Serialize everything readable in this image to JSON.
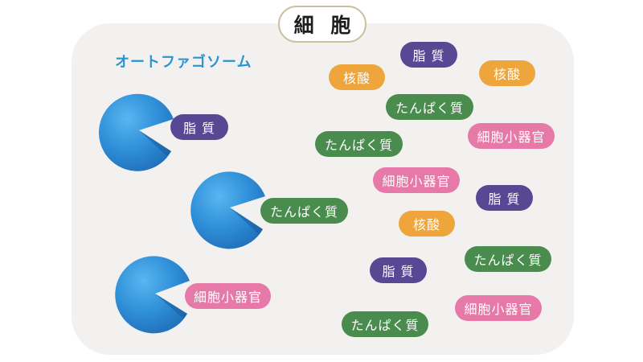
{
  "cell": {
    "label": "細 胞",
    "bg_color": "#f2f1f0"
  },
  "autophagosome": {
    "label": "オートファゴソーム",
    "color": "#2b93cf"
  },
  "colors": {
    "lipid": "#584793",
    "protein": "#4a8c4e",
    "organelle": "#e679a7",
    "nucleic_acid": "#eea63c",
    "pacman": "#2f8fd8"
  },
  "engulfed": [
    {
      "label": "脂 質",
      "kind": "lipid"
    },
    {
      "label": "たんぱく質",
      "kind": "protein"
    },
    {
      "label": "細胞小器官",
      "kind": "organelle"
    }
  ],
  "floating": [
    {
      "label": "脂 質",
      "kind": "lipid"
    },
    {
      "label": "核酸",
      "kind": "nucleic_acid"
    },
    {
      "label": "核酸",
      "kind": "nucleic_acid"
    },
    {
      "label": "たんぱく質",
      "kind": "protein"
    },
    {
      "label": "細胞小器官",
      "kind": "organelle"
    },
    {
      "label": "たんぱく質",
      "kind": "protein"
    },
    {
      "label": "細胞小器官",
      "kind": "organelle"
    },
    {
      "label": "脂 質",
      "kind": "lipid"
    },
    {
      "label": "核酸",
      "kind": "nucleic_acid"
    },
    {
      "label": "たんぱく質",
      "kind": "protein"
    },
    {
      "label": "脂 質",
      "kind": "lipid"
    },
    {
      "label": "細胞小器官",
      "kind": "organelle"
    },
    {
      "label": "たんぱく質",
      "kind": "protein"
    }
  ]
}
